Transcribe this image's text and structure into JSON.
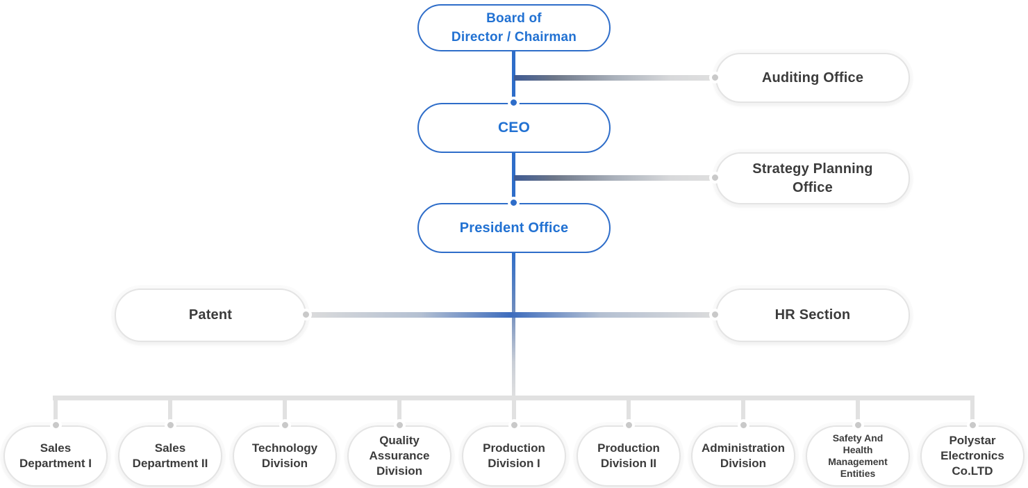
{
  "colors": {
    "blue": "#2e6dc9",
    "blueText": "#2171d2",
    "grayText": "#3b3b3b",
    "grayBorder": "#e4e4e4",
    "lineGray": "#e1e1e1",
    "dotGray": "#c9c9c9"
  },
  "org": {
    "board": {
      "label": "Board of\nDirector / Chairman"
    },
    "ceo": {
      "label": "CEO"
    },
    "president": {
      "label": "President Office"
    },
    "auditing": {
      "label": "Auditing Office"
    },
    "strategy": {
      "label": "Strategy Planning\nOffice"
    },
    "patent": {
      "label": "Patent"
    },
    "hr": {
      "label": "HR Section"
    },
    "departments": [
      {
        "label": "Sales\nDepartment I"
      },
      {
        "label": "Sales\nDepartment II"
      },
      {
        "label": "Technology\nDivision"
      },
      {
        "label": "Quality\nAssurance\nDivision"
      },
      {
        "label": "Production\nDivision I"
      },
      {
        "label": "Production\nDivision II"
      },
      {
        "label": "Administration\nDivision"
      },
      {
        "label": "Safety And\nHealth\nManagement\nEntities",
        "small": true
      },
      {
        "label": "Polystar\nElectronics\nCo.LTD"
      }
    ],
    "edges": [
      {
        "from": "Board of Director / Chairman",
        "to": "Auditing Office"
      },
      {
        "from": "Board of Director / Chairman",
        "to": "CEO"
      },
      {
        "from": "CEO",
        "to": "Strategy Planning Office"
      },
      {
        "from": "CEO",
        "to": "President Office"
      },
      {
        "from": "President Office",
        "to": "Patent"
      },
      {
        "from": "President Office",
        "to": "HR Section"
      },
      {
        "from": "President Office",
        "to": "Sales Department I"
      },
      {
        "from": "President Office",
        "to": "Sales Department II"
      },
      {
        "from": "President Office",
        "to": "Technology Division"
      },
      {
        "from": "President Office",
        "to": "Quality Assurance Division"
      },
      {
        "from": "President Office",
        "to": "Production Division I"
      },
      {
        "from": "President Office",
        "to": "Production Division II"
      },
      {
        "from": "President Office",
        "to": "Administration Division"
      },
      {
        "from": "President Office",
        "to": "Safety And Health Management Entities"
      },
      {
        "from": "President Office",
        "to": "Polystar Electronics Co.LTD"
      }
    ]
  }
}
